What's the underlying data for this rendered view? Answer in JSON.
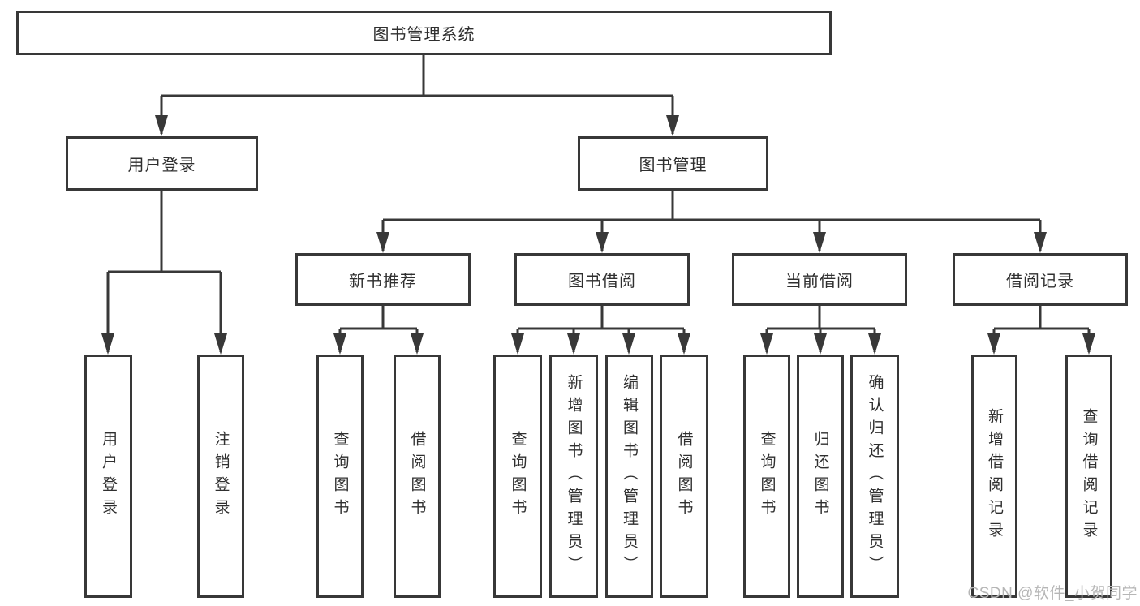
{
  "diagram": {
    "root": {
      "id": "library-management-system",
      "label": "图书管理系统"
    },
    "level2": [
      {
        "id": "user-login",
        "label": "用户登录"
      },
      {
        "id": "book-management",
        "label": "图书管理"
      }
    ],
    "level3": [
      {
        "id": "new-book-recommendation",
        "label": "新书推荐"
      },
      {
        "id": "book-borrowing",
        "label": "图书借阅"
      },
      {
        "id": "current-borrowing",
        "label": "当前借阅"
      },
      {
        "id": "borrowing-records",
        "label": "借阅记录"
      }
    ],
    "leaves": [
      {
        "parent": "user-login",
        "label": "用户登录"
      },
      {
        "parent": "user-login",
        "label": "注销登录"
      },
      {
        "parent": "new-book-recommendation",
        "label": "查询图书"
      },
      {
        "parent": "new-book-recommendation",
        "label": "借阅图书"
      },
      {
        "parent": "book-borrowing",
        "label": "查询图书"
      },
      {
        "parent": "book-borrowing",
        "label": "新增图书（管理员）"
      },
      {
        "parent": "book-borrowing",
        "label": "编辑图书（管理员）"
      },
      {
        "parent": "book-borrowing",
        "label": "借阅图书"
      },
      {
        "parent": "current-borrowing",
        "label": "查询图书"
      },
      {
        "parent": "current-borrowing",
        "label": "归还图书"
      },
      {
        "parent": "current-borrowing",
        "label": "确认归还（管理员）"
      },
      {
        "parent": "borrowing-records",
        "label": "新增借阅记录"
      },
      {
        "parent": "borrowing-records",
        "label": "查询借阅记录"
      }
    ],
    "line_color": "#383838",
    "box_background": "#ffffff",
    "text_color": "#2f2f2f"
  },
  "watermark": {
    "text": "CSDN @软件_小贺同学",
    "color": "#b6b6b6"
  }
}
